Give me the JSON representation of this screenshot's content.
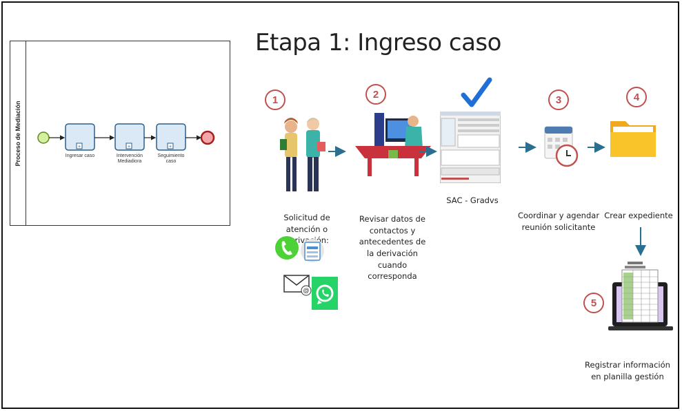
{
  "diagram": {
    "pool_label": "Proceso de Mediación",
    "tasks": [
      "Ingresar caso",
      "Intervención Mediadiora",
      "Seguimiento caso"
    ]
  },
  "title": "Etapa 1: Ingreso caso",
  "steps": [
    {
      "number": "1",
      "caption": "Solicitud de atención o derivación:"
    },
    {
      "number": "2",
      "caption": "Revisar datos de contactos y antecedentes de la derivación cuando corresponda"
    },
    {
      "caption": "SAC - Gradvs"
    },
    {
      "number": "3",
      "caption": "Coordinar y agendar reunión solicitante"
    },
    {
      "number": "4",
      "caption": "Crear expediente"
    },
    {
      "number": "5",
      "caption": "Registrar información en planilla gestión"
    }
  ],
  "colors": {
    "accent_red": "#c0504d",
    "arrow_blue": "#2a6f8f",
    "check_blue": "#1f6fd6",
    "folder_yellow": "#f9c42a"
  }
}
